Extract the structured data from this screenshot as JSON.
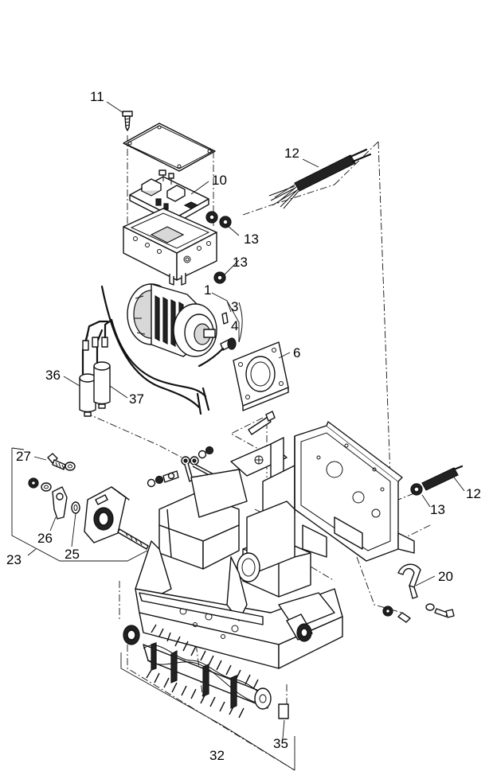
{
  "callouts": {
    "c11": "11",
    "c12a": "12",
    "c10": "10",
    "c13a": "13",
    "c13b": "13",
    "c1": "1",
    "c3": "3",
    "c4": "4",
    "c6": "6",
    "c36": "36",
    "c37": "37",
    "c27": "27",
    "c26": "26",
    "c25": "25",
    "c23": "23",
    "c12b": "12",
    "c13c": "13",
    "c20": "20",
    "c32": "32",
    "c35": "35"
  }
}
